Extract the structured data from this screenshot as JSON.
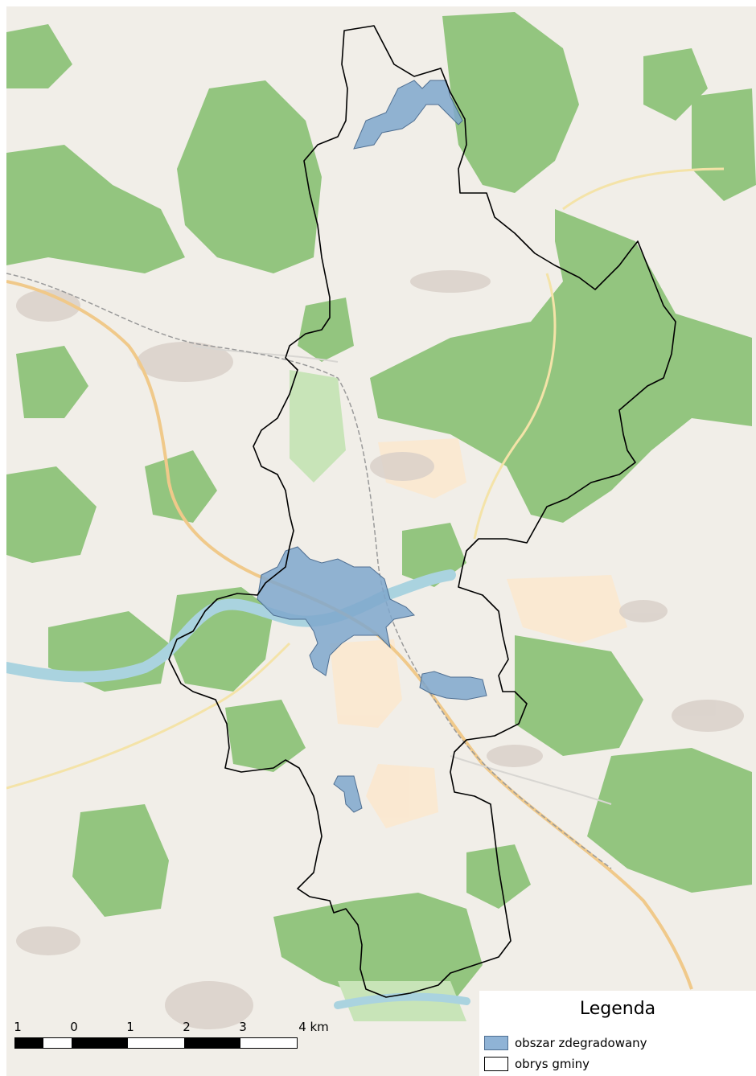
{
  "map": {
    "colors": {
      "background": "#f1eee8",
      "forest": "#93c57f",
      "forest_light": "#add19e",
      "farmland": "#fbe8cf",
      "river": "#aad3df",
      "degraded_fill": "#7fa7cc",
      "degraded_stroke": "#4f6f92",
      "boundary": "#000000",
      "road_major": "#f0c98a",
      "road_minor": "#d8d6d2",
      "railway": "#9a9a9a",
      "settlement": "#d9d0c9"
    }
  },
  "scale_bar": {
    "labels": [
      "1",
      "0",
      "1",
      "2",
      "3",
      "4 km"
    ],
    "segment_colors": [
      "#000000",
      "#ffffff",
      "#000000",
      "#ffffff",
      "#000000",
      "#ffffff",
      "#ffffff"
    ]
  },
  "legend": {
    "title": "Legenda",
    "items": [
      {
        "label": "obszar zdegradowany",
        "swatch_fill": "#8fb3d6",
        "swatch_stroke": "#4f6f92"
      },
      {
        "label": "obrys gminy",
        "swatch_fill": "#ffffff",
        "swatch_stroke": "#000000"
      }
    ]
  }
}
